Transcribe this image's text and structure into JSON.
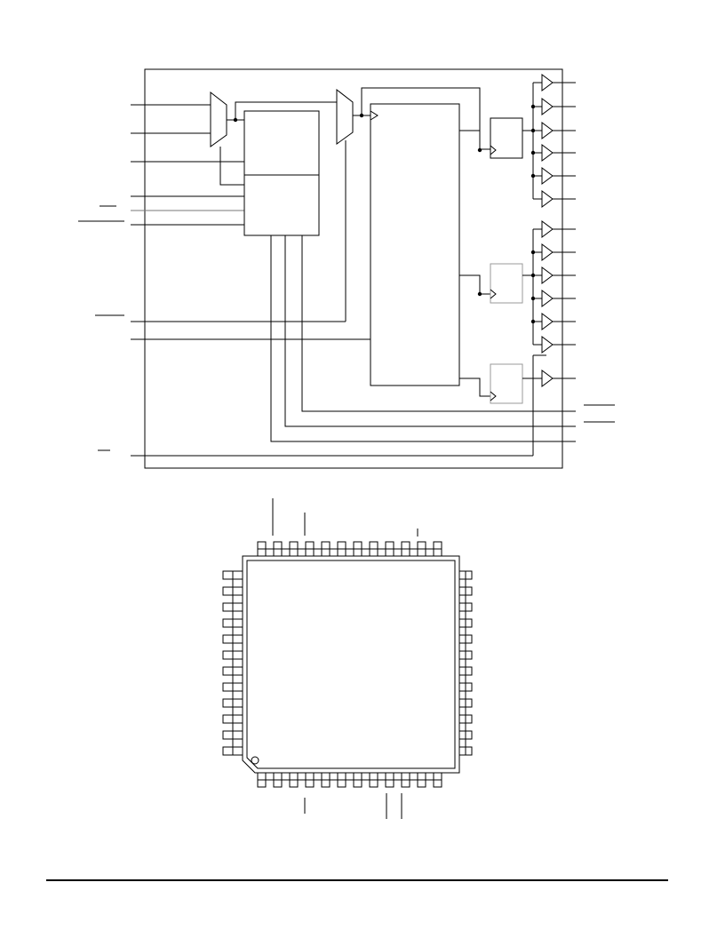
{
  "page": {
    "background": "#ffffff",
    "ink": "#000000"
  },
  "block_diagram": {
    "inputs": 9,
    "output_buffers": 13,
    "return_lines": 4
  },
  "package": {
    "pins_per_side": 12,
    "pin1_marker": "circle",
    "notched_corner": "bottom-left"
  }
}
